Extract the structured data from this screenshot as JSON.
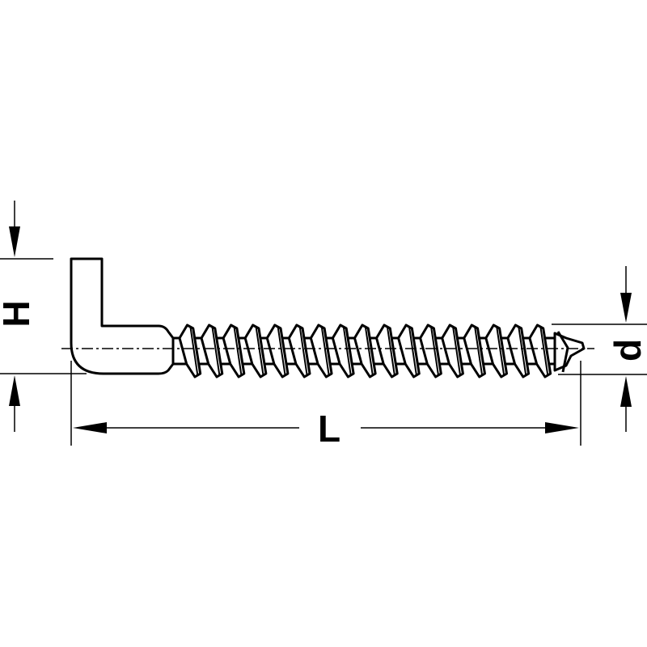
{
  "drawing": {
    "line_color": "#000000",
    "background_color": "#ffffff",
    "labels": {
      "height": "H",
      "length": "L",
      "diameter": "d"
    },
    "thread": {
      "turns": 17
    }
  }
}
